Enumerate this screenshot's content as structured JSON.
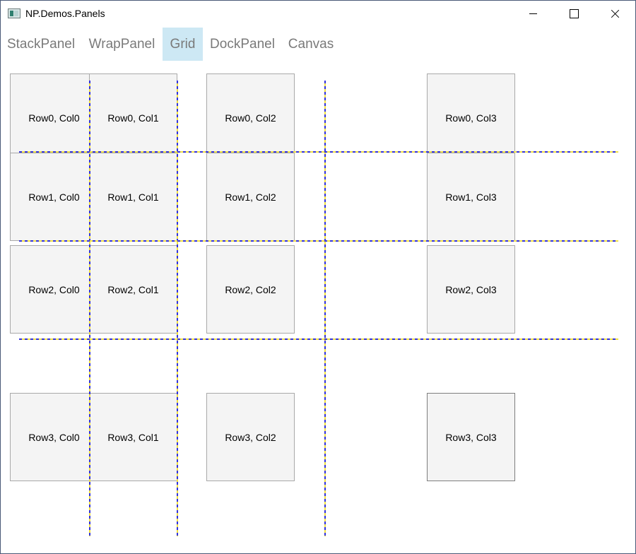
{
  "window": {
    "title": "NP.Demos.Panels",
    "app_icon": "window-app-icon",
    "controls": [
      "minimize-icon",
      "maximize-icon",
      "close-icon"
    ]
  },
  "tabs": [
    {
      "label": "StackPanel",
      "selected": false
    },
    {
      "label": "WrapPanel",
      "selected": false
    },
    {
      "label": "Grid",
      "selected": true
    },
    {
      "label": "DockPanel",
      "selected": false
    },
    {
      "label": "Canvas",
      "selected": false
    }
  ],
  "colors": {
    "selected_tab_bg": "#cde8f4",
    "tab_text": "#7a7a7a",
    "cell_bg": "#f4f4f4",
    "cell_border": "#a9a9a9",
    "grid_line_a": "#3333dd",
    "grid_line_b": "#f0e040"
  },
  "grid": {
    "show_grid_lines": true,
    "cells": [
      [
        "Row0, Col0",
        "Row0, Col1",
        "Row0, Col2",
        "Row0, Col3"
      ],
      [
        "Row1, Col0",
        "Row1, Col1",
        "Row1, Col2",
        "Row1, Col3"
      ],
      [
        "Row2, Col0",
        "Row2, Col1",
        "Row2, Col2",
        "Row2, Col3"
      ],
      [
        "Row3, Col0",
        "Row3, Col1",
        "Row3, Col2",
        "Row3, Col3"
      ]
    ]
  }
}
